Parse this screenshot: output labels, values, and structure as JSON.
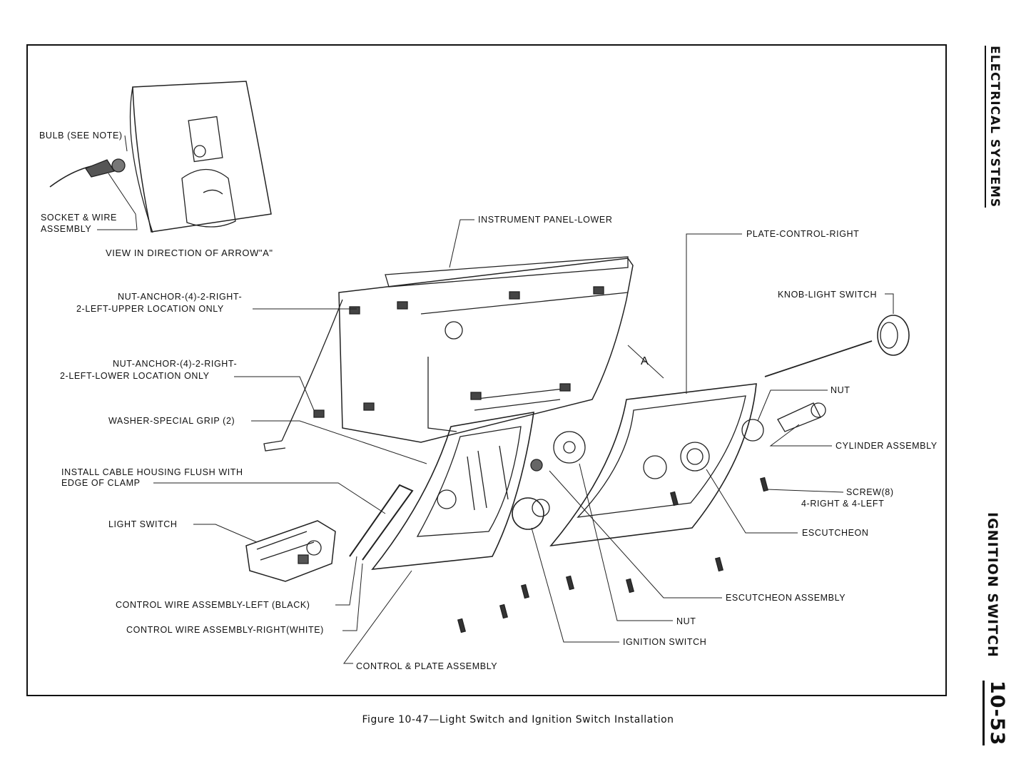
{
  "side_header": {
    "section": "ELECTRICAL SYSTEMS",
    "topic": "IGNITION SWITCH",
    "page_number": "10-53"
  },
  "caption": "Figure 10-47—Light Switch and Ignition Switch Installation",
  "labels": {
    "bulb": "BULB (SEE NOTE)",
    "socket_1": "SOCKET & WIRE",
    "socket_2": "ASSEMBLY",
    "view_arrow": "VIEW IN DIRECTION OF ARROW\"A\"",
    "instrument_panel": "INSTRUMENT PANEL-LOWER",
    "plate_control_right": "PLATE-CONTROL-RIGHT",
    "nut_anchor_upper_1": "NUT-ANCHOR-(4)-2-RIGHT-",
    "nut_anchor_upper_2": "2-LEFT-UPPER LOCATION ONLY",
    "knob_light_switch": "KNOB-LIGHT SWITCH",
    "arrow_a": "A",
    "nut_anchor_lower_1": "NUT-ANCHOR-(4)-2-RIGHT-",
    "nut_anchor_lower_2": "2-LEFT-LOWER LOCATION ONLY",
    "nut_right": "NUT",
    "washer": "WASHER-SPECIAL GRIP (2)",
    "cylinder_assembly": "CYLINDER ASSEMBLY",
    "install_cable_1": "INSTALL CABLE HOUSING FLUSH WITH",
    "install_cable_2": "EDGE OF CLAMP",
    "screw_1": "SCREW(8)",
    "screw_2": "4-RIGHT & 4-LEFT",
    "light_switch": "LIGHT SWITCH",
    "escutcheon": "ESCUTCHEON",
    "escutcheon_assembly": "ESCUTCHEON ASSEMBLY",
    "control_wire_left": "CONTROL WIRE ASSEMBLY-LEFT (BLACK)",
    "control_wire_right": "CONTROL WIRE ASSEMBLY-RIGHT(WHITE)",
    "nut_bottom": "NUT",
    "ignition_switch": "IGNITION SWITCH",
    "control_plate_assembly": "CONTROL & PLATE ASSEMBLY"
  }
}
